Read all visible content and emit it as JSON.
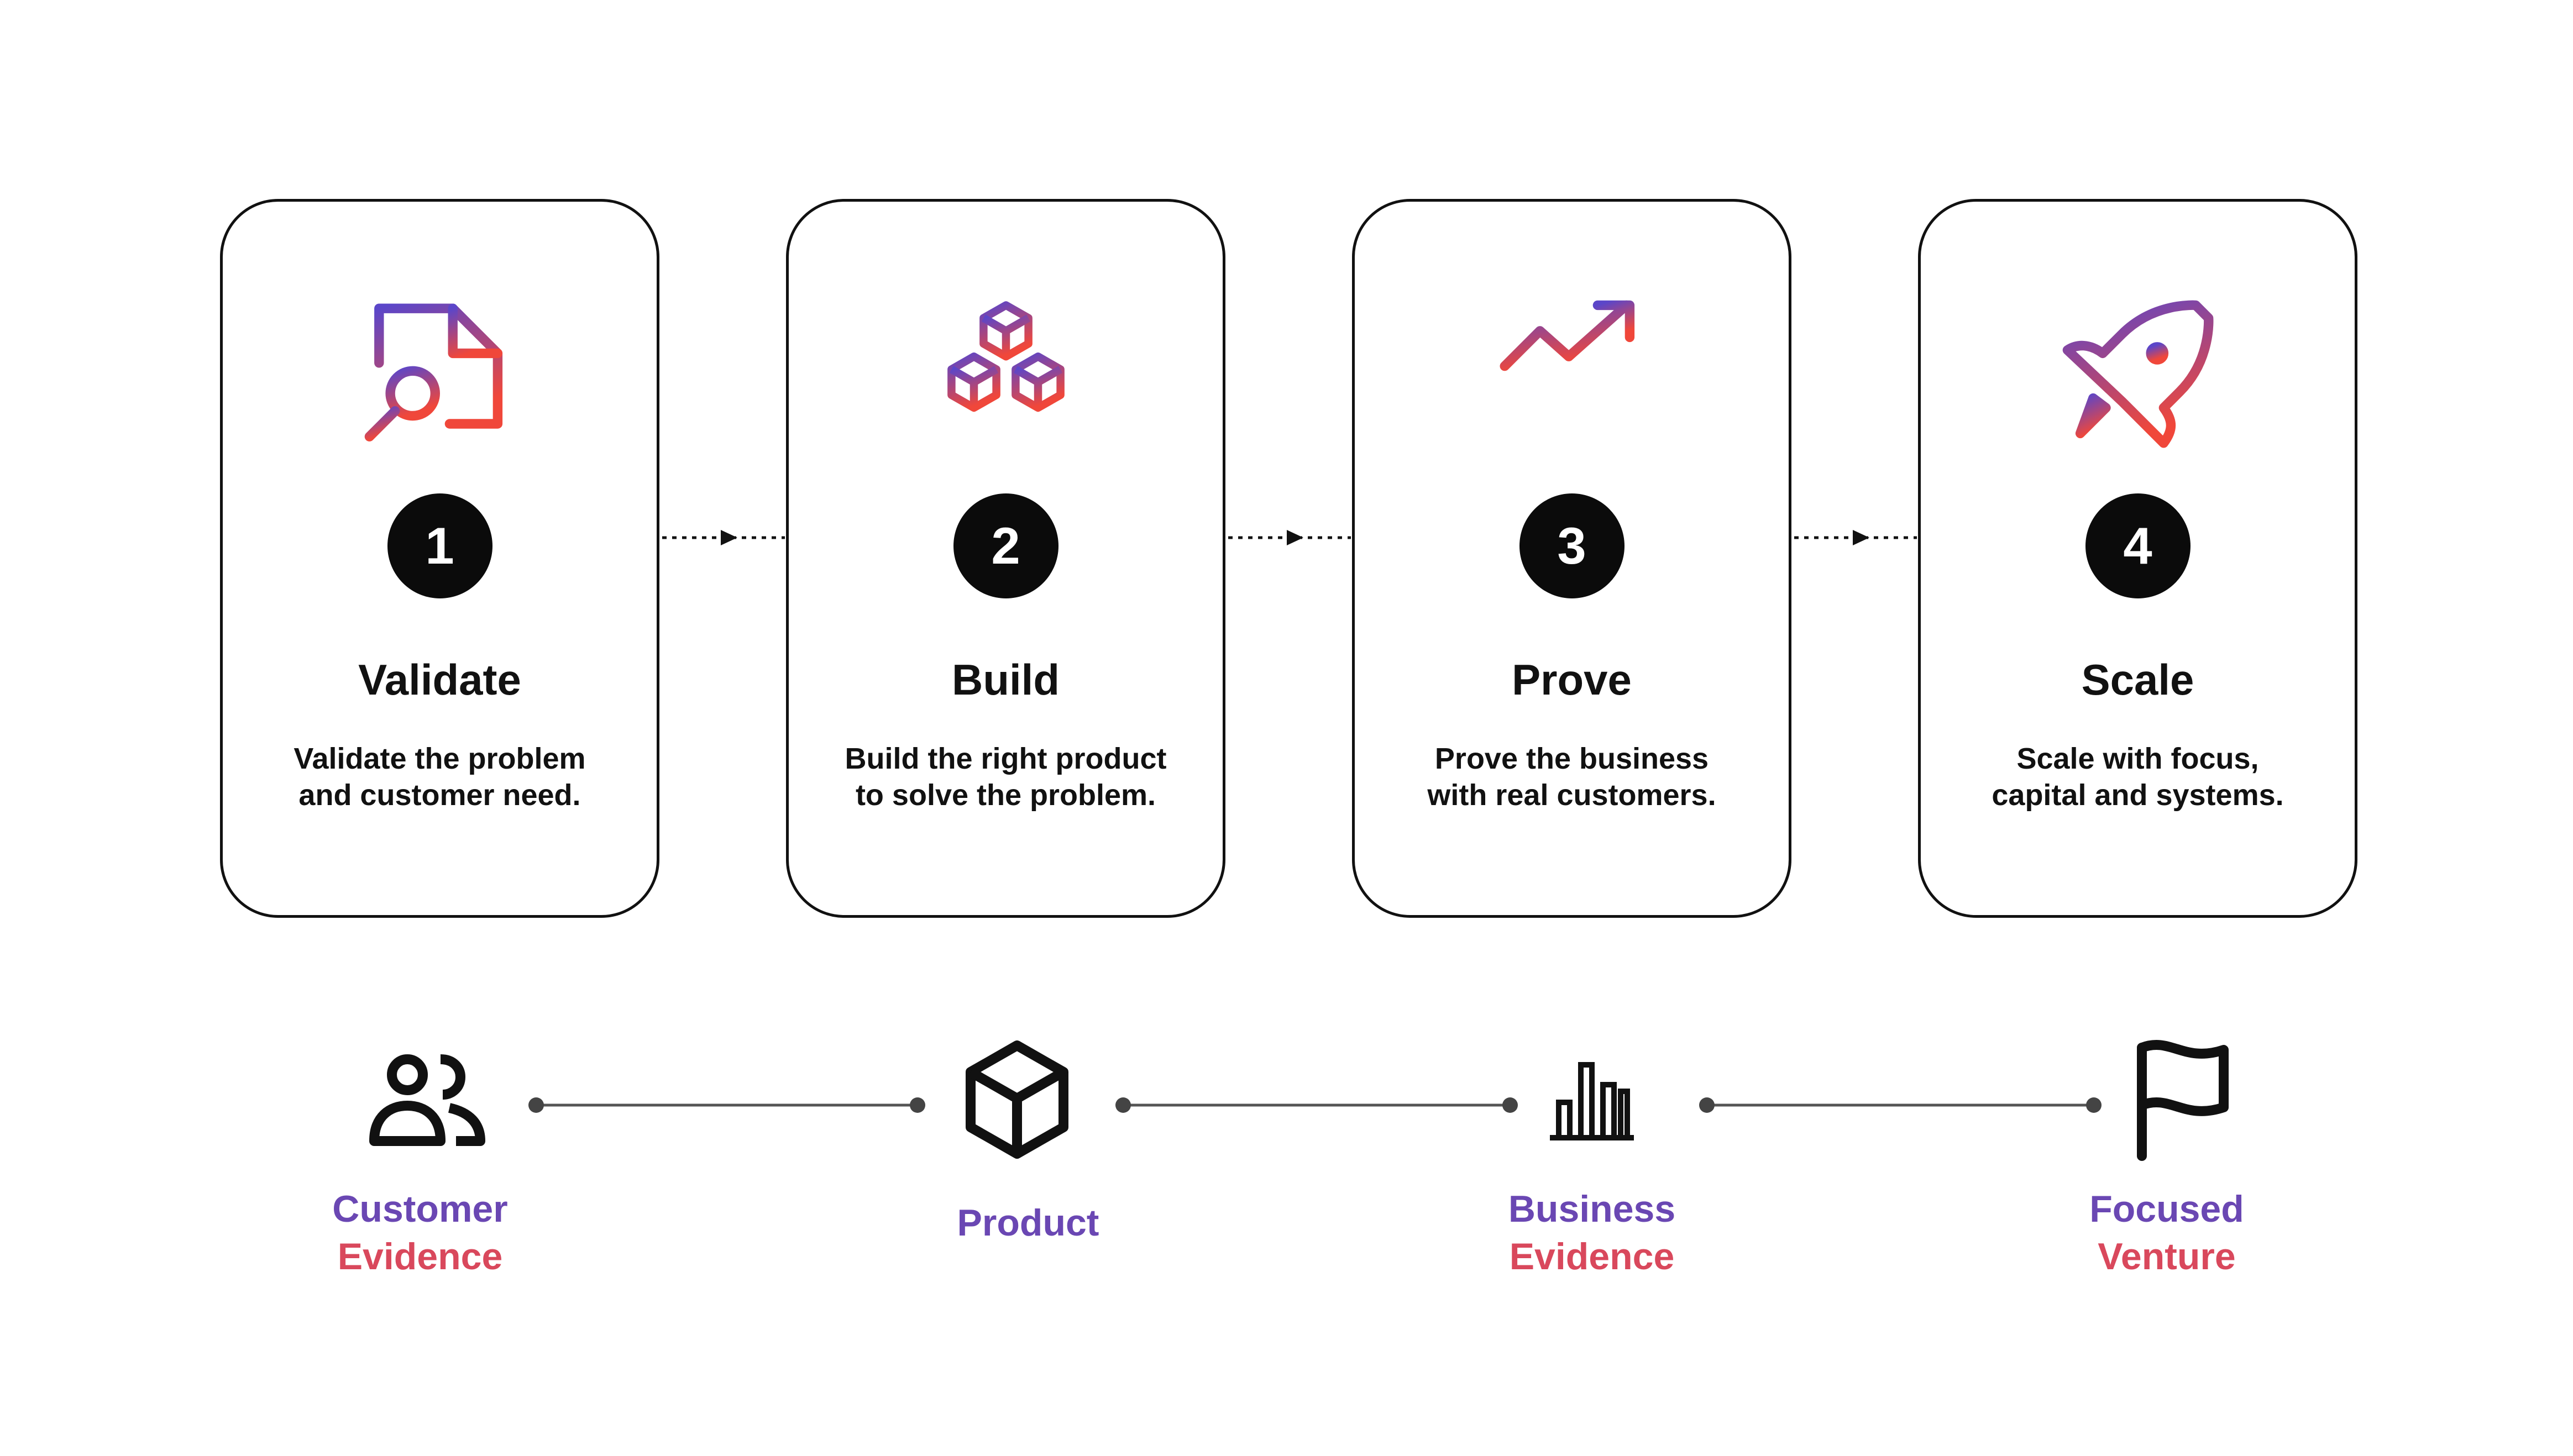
{
  "colors": {
    "gradient_start": "#5b46c9",
    "gradient_end": "#f0473a",
    "label_purple": "#6a47b3",
    "label_red": "#d9485c",
    "ink": "#111111"
  },
  "steps": [
    {
      "number": "1",
      "title": "Validate",
      "desc_line1": "Validate the problem",
      "desc_line2": "and customer need.",
      "icon": "document-search-icon"
    },
    {
      "number": "2",
      "title": "Build",
      "desc_line1": "Build the right product",
      "desc_line2": "to solve the problem.",
      "icon": "cubes-icon"
    },
    {
      "number": "3",
      "title": "Prove",
      "desc_line1": "Prove the business",
      "desc_line2": "with real customers.",
      "icon": "growth-chart-icon"
    },
    {
      "number": "4",
      "title": "Scale",
      "desc_line1": "Scale with focus,",
      "desc_line2": "capital and systems.",
      "icon": "rocket-icon"
    }
  ],
  "outcomes": [
    {
      "line1": "Customer",
      "line2": "Evidence",
      "icon": "users-icon"
    },
    {
      "line1": "Product",
      "line2": "",
      "icon": "box-icon"
    },
    {
      "line1": "Business",
      "line2": "Evidence",
      "icon": "bar-chart-icon"
    },
    {
      "line1": "Focused",
      "line2": "Venture",
      "icon": "flag-icon"
    }
  ]
}
